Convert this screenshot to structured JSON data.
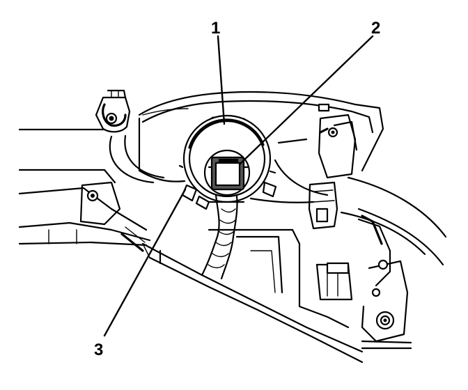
{
  "callouts": [
    {
      "label": "1"
    },
    {
      "label": "2"
    },
    {
      "label": "3"
    }
  ],
  "colors": {
    "line": "#000000",
    "background": "#ffffff",
    "shade": "#d0d0d0"
  }
}
